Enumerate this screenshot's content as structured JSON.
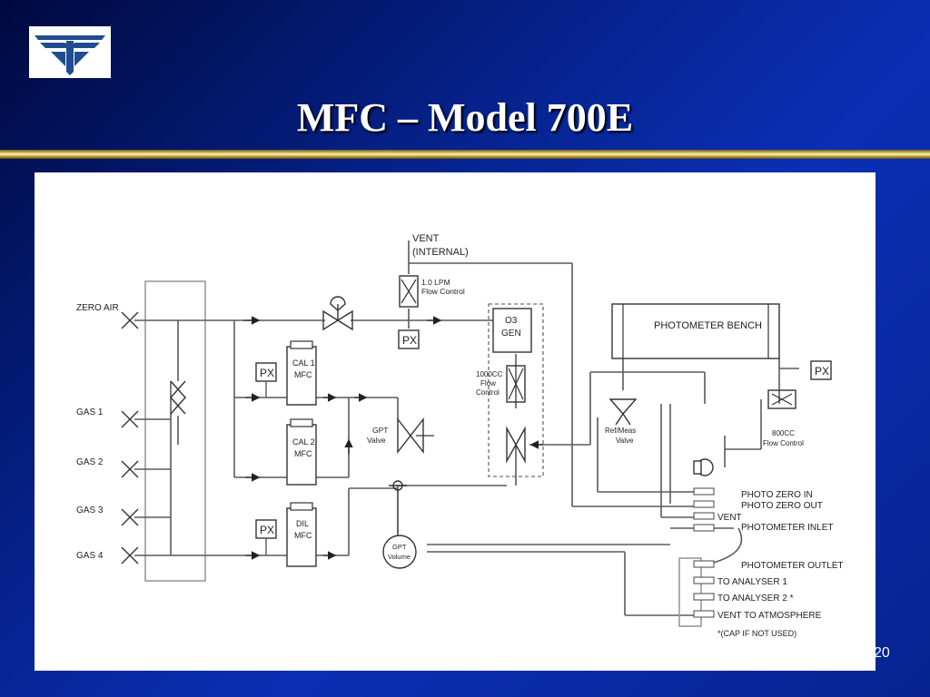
{
  "slide": {
    "title": "MFC – Model 700E",
    "page_number": "20",
    "logo_icon": "teledyne-logo-icon"
  },
  "colors": {
    "background": "#06238f",
    "title": "#ffffff",
    "rule": "#d9c56a",
    "diagram_line": "#5a5a5a"
  },
  "diagram": {
    "inlets": {
      "zero_air": "ZERO AIR",
      "gas1": "GAS 1",
      "gas2": "GAS 2",
      "gas3": "GAS 3",
      "gas4": "GAS 4"
    },
    "vent_internal": [
      "VENT",
      "(INTERNAL)"
    ],
    "flow_control_1lpm": [
      "1.0 LPM",
      "Flow Control"
    ],
    "px": "PX",
    "o3_gen": [
      "O3",
      "GEN"
    ],
    "flow_control_1000cc": [
      "1000CC",
      "Flow",
      "Control"
    ],
    "cal1_mfc": [
      "CAL 1",
      "MFC"
    ],
    "cal2_mfc": [
      "CAL 2",
      "MFC"
    ],
    "dil_mfc": [
      "DIL",
      "MFC"
    ],
    "gpt_valve": [
      "GPT",
      "Valve"
    ],
    "gpt_volume": [
      "GPT",
      "Volume"
    ],
    "photometer_bench": "PHOTOMETER BENCH",
    "ref_meas_valve": [
      "Ref/Meas",
      "Valve"
    ],
    "flow_control_800cc": [
      "800CC",
      "Flow Control"
    ],
    "ports": {
      "photo_zero_in": "PHOTO ZERO IN",
      "photo_zero_out": "PHOTO ZERO OUT",
      "vent": "VENT",
      "photometer_inlet": "PHOTOMETER INLET",
      "photometer_outlet": "PHOTOMETER OUTLET",
      "to_analyser_1": "TO ANALYSER 1",
      "to_analyser_2": "TO ANALYSER 2 *",
      "vent_to_atmosphere": "VENT TO ATMOSPHERE"
    },
    "footnote": "*(CAP IF NOT USED)"
  }
}
